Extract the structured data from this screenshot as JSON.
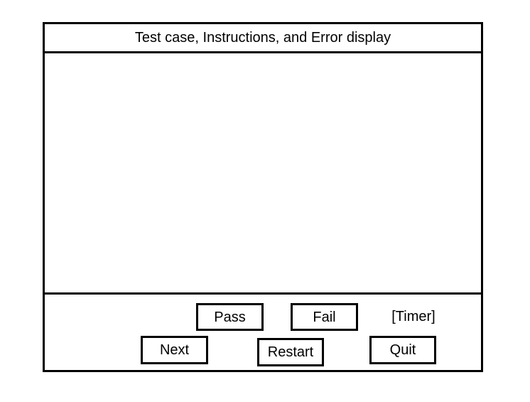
{
  "window": {
    "title": "Test case, Instructions, and Error display"
  },
  "display_area": {
    "content": ""
  },
  "controls": {
    "pass_label": "Pass",
    "fail_label": "Fail",
    "timer_label": "[Timer]",
    "next_label": "Next",
    "restart_label": "Restart",
    "quit_label": "Quit"
  },
  "colors": {
    "border": "#000000",
    "background": "#ffffff",
    "text": "#000000"
  }
}
